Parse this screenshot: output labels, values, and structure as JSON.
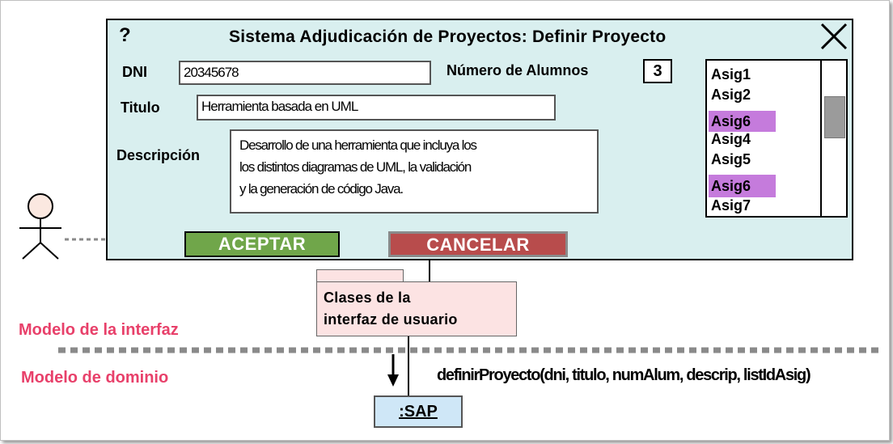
{
  "window": {
    "help_glyph": "?",
    "title": "Sistema Adjudicación de Proyectos: Definir Proyecto",
    "close_icon": "close-x-icon"
  },
  "form": {
    "dni_label": "DNI",
    "dni_value": "20345678",
    "num_alumnos_label": "Número de Alumnos",
    "num_alumnos_value": "3",
    "titulo_label": "Titulo",
    "titulo_value": "Herramienta basada en UML",
    "descripcion_label": "Descripción",
    "descripcion_lines": [
      "Desarrollo de una herramienta que incluya los",
      "los distintos diagramas de UML, la validación",
      "y la generación de código Java."
    ]
  },
  "asignaturas": {
    "items": [
      {
        "label": "Asig1",
        "selected": false
      },
      {
        "label": "Asig2",
        "selected": false
      },
      {
        "label": "Asig6",
        "selected": true
      },
      {
        "label": "Asig4",
        "selected": false
      },
      {
        "label": "Asig5",
        "selected": false
      },
      {
        "label": "Asig6",
        "selected": true
      },
      {
        "label": "Asig7",
        "selected": false
      }
    ],
    "selected_color": "#c57bdc"
  },
  "buttons": {
    "accept_label": "ACEPTAR",
    "accept_color": "#70a64a",
    "cancel_label": "CANCELAR",
    "cancel_color": "#b84c4c"
  },
  "diagram": {
    "actor_icon": "stick-figure-actor-icon",
    "package_lines": [
      "Clases de la",
      "interfaz de usuario"
    ],
    "interface_model_label": "Modelo de la interfaz",
    "domain_model_label": "Modelo de dominio",
    "message_label": "definirProyecto(dni, titulo, numAlum, descrip, listIdAsig)",
    "sap_label": ":SAP",
    "section_color": "#e8406a"
  }
}
